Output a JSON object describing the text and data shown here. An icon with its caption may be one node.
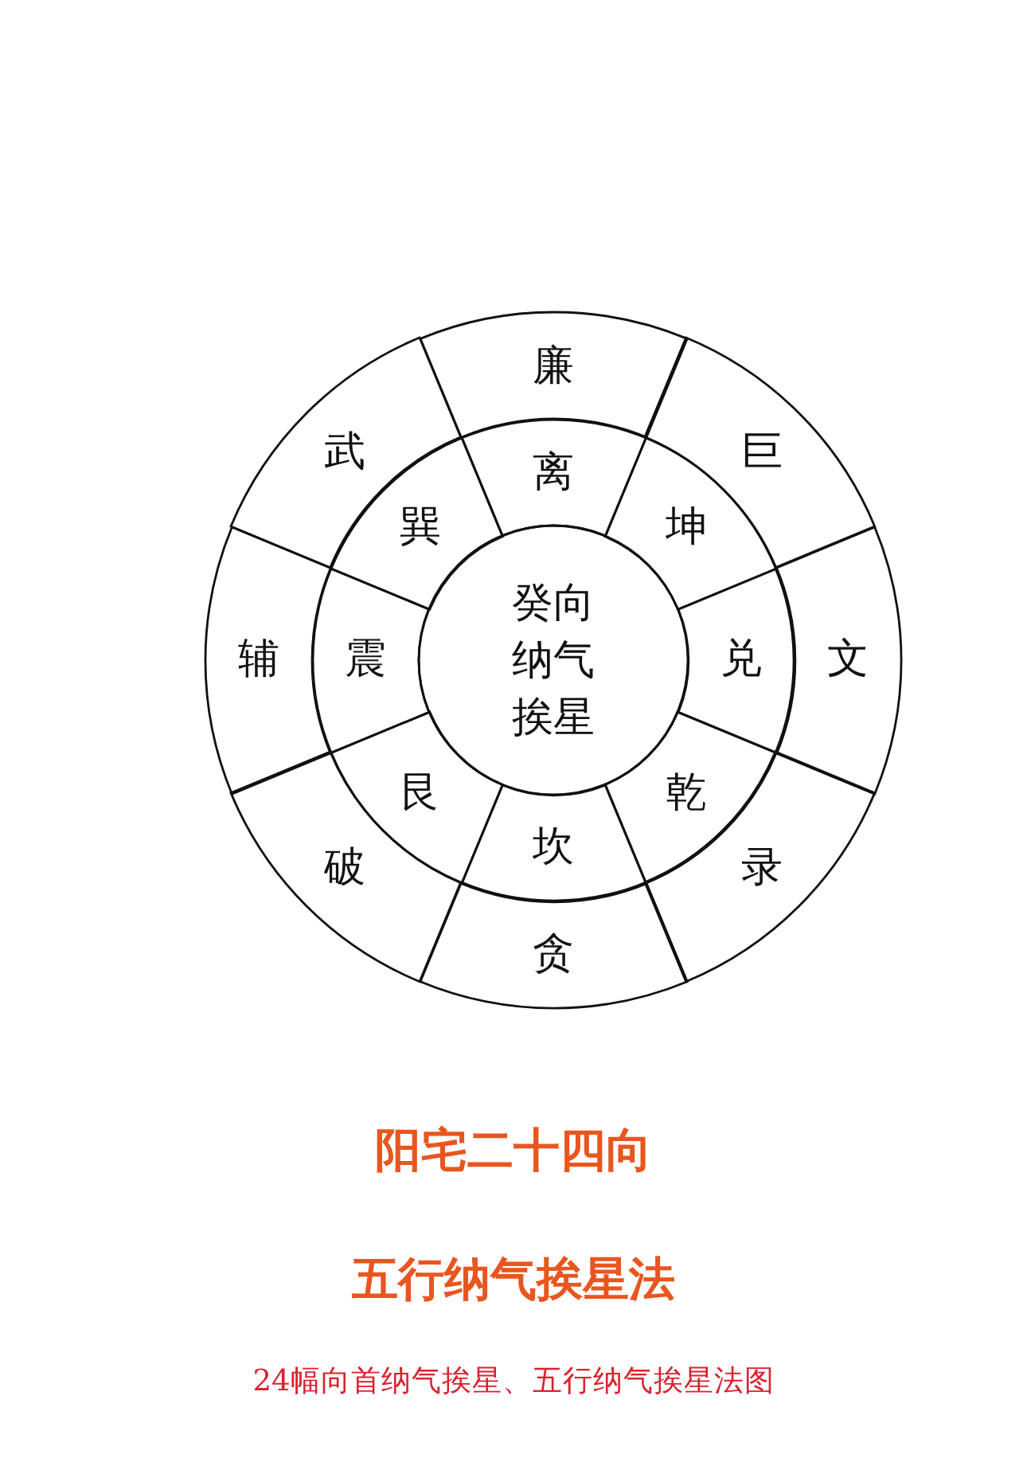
{
  "diagram": {
    "title": "阳宅二十四向",
    "nodes": [
      {
        "text": [
          "癸向纳气挨星"
        ]
      },
      {
        "text": [
          "离"
        ]
      },
      {
        "text": [
          "坤"
        ]
      },
      {
        "text": [
          "兑"
        ]
      },
      {
        "text": [
          "乾"
        ]
      },
      {
        "text": [
          "坎"
        ]
      },
      {
        "text": [
          "艮"
        ]
      },
      {
        "text": [
          "震"
        ]
      },
      {
        "text": [
          "巽"
        ]
      },
      {
        "text": [
          "廉"
        ]
      },
      {
        "text": [
          "巨"
        ]
      },
      {
        "text": [
          "文"
        ]
      },
      {
        "text": [
          "录"
        ]
      },
      {
        "text": [
          "贪"
        ]
      },
      {
        "text": [
          "破"
        ]
      },
      {
        "text": [
          "辅"
        ]
      },
      {
        "text": [
          "武"
        ]
      }
    ],
    "labels": [
      "五行纳气挨星法"
    ],
    "caption": "24幅向首纳气挨星、五行纳气挨星法图"
  }
}
